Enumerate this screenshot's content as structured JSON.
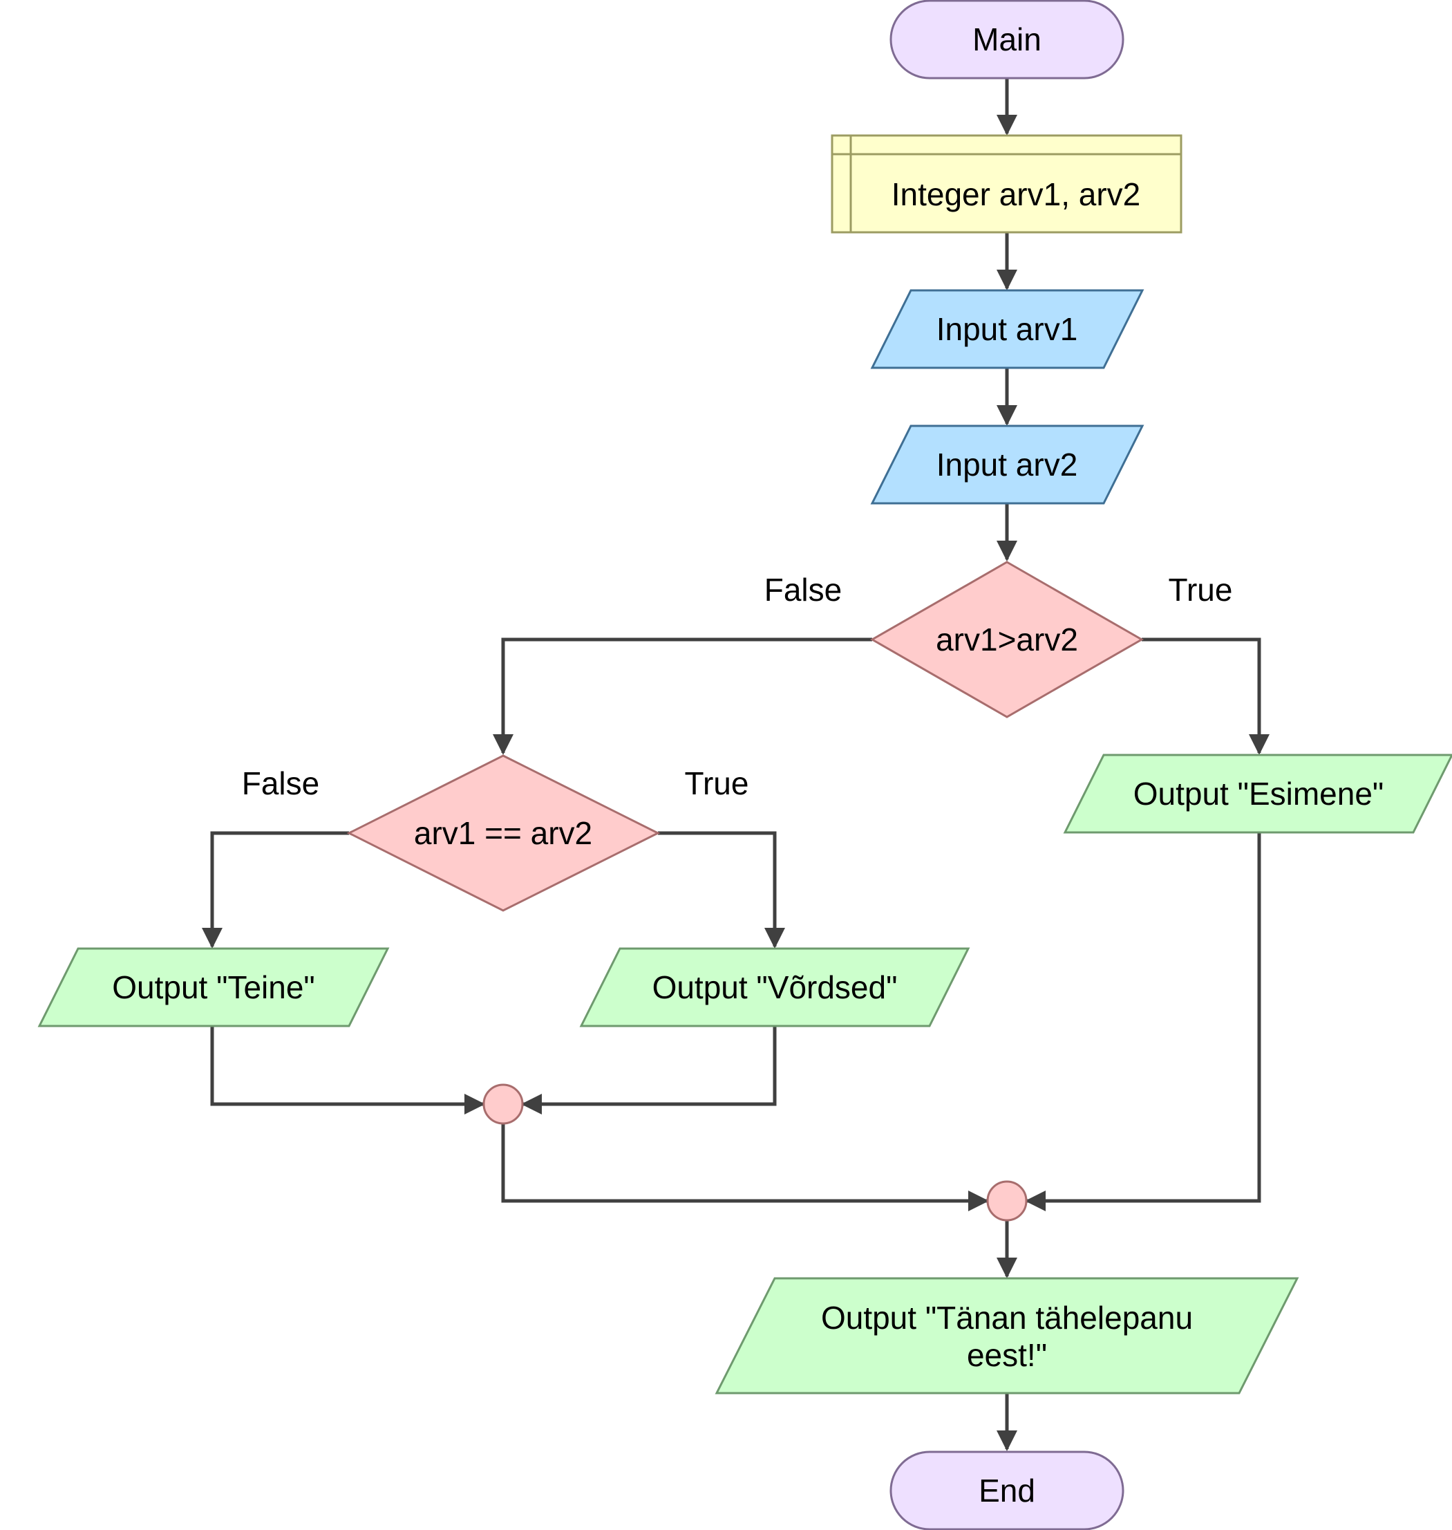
{
  "diagram": {
    "type": "flowchart",
    "colors": {
      "terminal": "#eee0ff",
      "declare": "#ffffcc",
      "input": "#b3e0ff",
      "decision": "#ffcccc",
      "output": "#ccffcc",
      "connector": "#ffcccc",
      "edge": "#404040"
    },
    "nodes": {
      "start": {
        "kind": "terminal",
        "label": "Main"
      },
      "declare": {
        "kind": "declare",
        "label": "Integer arv1, arv2"
      },
      "input1": {
        "kind": "input",
        "label": "Input arv1"
      },
      "input2": {
        "kind": "input",
        "label": "Input arv2"
      },
      "decision1": {
        "kind": "decision",
        "label": "arv1>arv2"
      },
      "decision2": {
        "kind": "decision",
        "label": "arv1 == arv2"
      },
      "out_esimene": {
        "kind": "output",
        "label": "Output \"Esimene\""
      },
      "out_teine": {
        "kind": "output",
        "label": "Output \"Teine\""
      },
      "out_vordsed": {
        "kind": "output",
        "label": "Output \"Võrdsed\""
      },
      "join1": {
        "kind": "connector",
        "label": ""
      },
      "join2": {
        "kind": "connector",
        "label": ""
      },
      "out_tanan": {
        "kind": "output",
        "label_line1": "Output \"Tänan tähelepanu",
        "label_line2": "eest!\""
      },
      "end": {
        "kind": "terminal",
        "label": "End"
      }
    },
    "edges": [
      {
        "from": "start",
        "to": "declare",
        "label": ""
      },
      {
        "from": "declare",
        "to": "input1",
        "label": ""
      },
      {
        "from": "input1",
        "to": "input2",
        "label": ""
      },
      {
        "from": "input2",
        "to": "decision1",
        "label": ""
      },
      {
        "from": "decision1",
        "to": "decision2",
        "label": "False"
      },
      {
        "from": "decision1",
        "to": "out_esimene",
        "label": "True"
      },
      {
        "from": "decision2",
        "to": "out_teine",
        "label": "False"
      },
      {
        "from": "decision2",
        "to": "out_vordsed",
        "label": "True"
      },
      {
        "from": "out_teine",
        "to": "join1",
        "label": ""
      },
      {
        "from": "out_vordsed",
        "to": "join1",
        "label": ""
      },
      {
        "from": "join1",
        "to": "join2",
        "label": ""
      },
      {
        "from": "out_esimene",
        "to": "join2",
        "label": ""
      },
      {
        "from": "join2",
        "to": "out_tanan",
        "label": ""
      },
      {
        "from": "out_tanan",
        "to": "end",
        "label": ""
      }
    ]
  }
}
